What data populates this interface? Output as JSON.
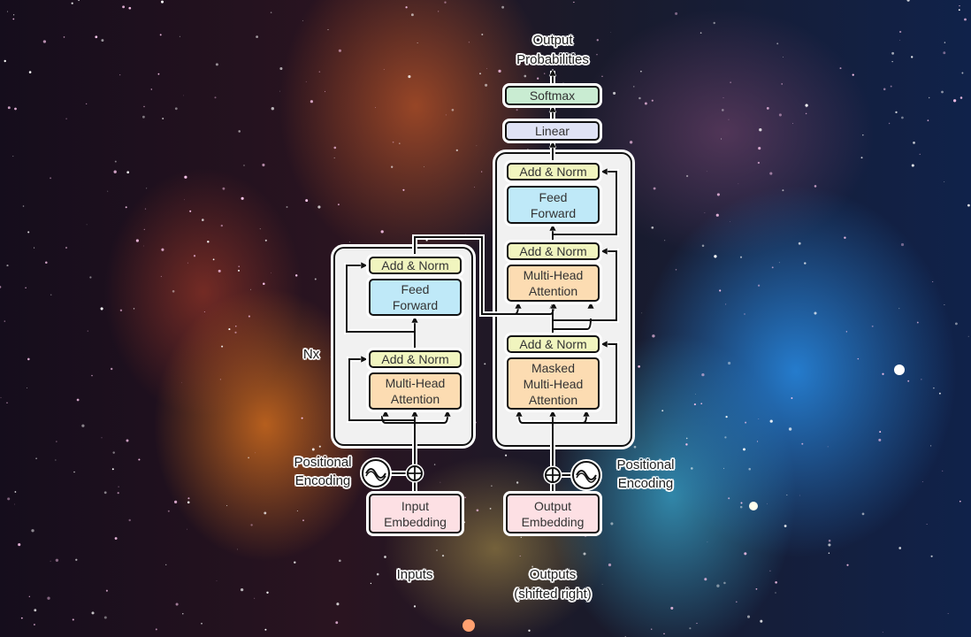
{
  "labels": {
    "output_probabilities": [
      "Output",
      "Probabilities"
    ],
    "nx": "Nx",
    "pos_enc_left": [
      "Positional",
      "Encoding"
    ],
    "pos_enc_right": [
      "Positional",
      "Encoding"
    ],
    "inputs": "Inputs",
    "outputs": [
      "Outputs",
      "(shifted right)"
    ]
  },
  "decoder": {
    "softmax": "Softmax",
    "linear": "Linear",
    "add_norm_3": "Add & Norm",
    "feed_forward": [
      "Feed",
      "Forward"
    ],
    "add_norm_2": "Add & Norm",
    "mha": [
      "Multi-Head",
      "Attention"
    ],
    "add_norm_1": "Add & Norm",
    "masked_mha": [
      "Masked",
      "Multi-Head",
      "Attention"
    ],
    "embedding": [
      "Output",
      "Embedding"
    ]
  },
  "encoder": {
    "add_norm_2": "Add & Norm",
    "feed_forward": [
      "Feed",
      "Forward"
    ],
    "add_norm_1": "Add & Norm",
    "mha": [
      "Multi-Head",
      "Attention"
    ],
    "embedding": [
      "Input",
      "Embedding"
    ]
  }
}
